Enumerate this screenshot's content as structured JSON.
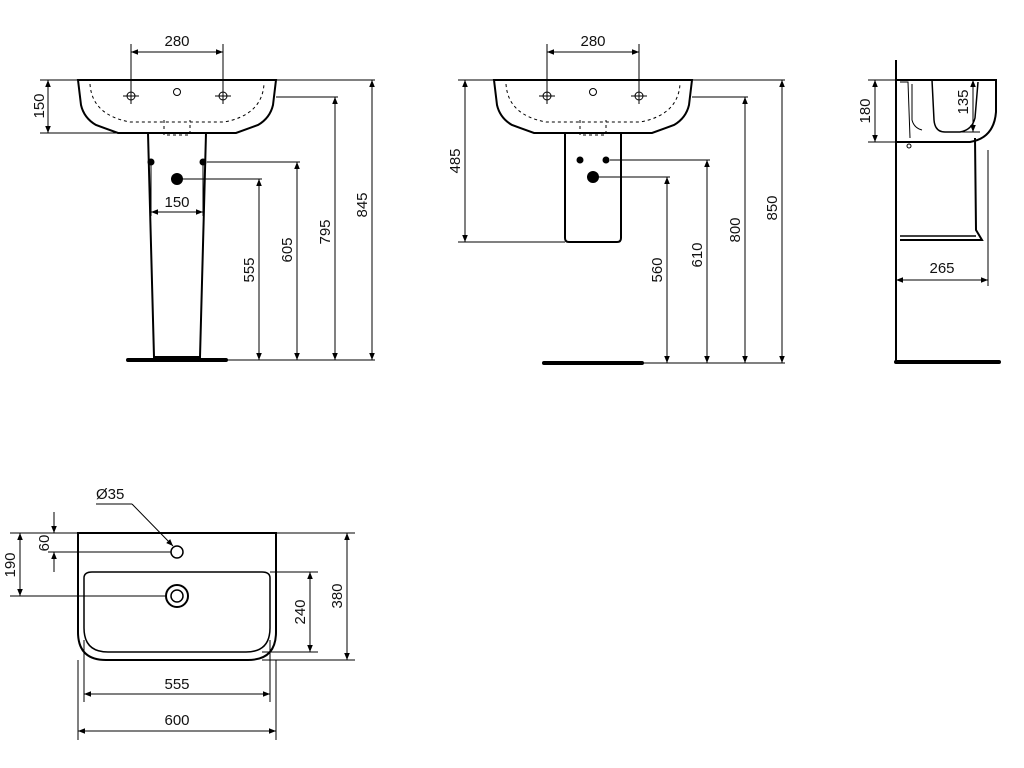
{
  "pedestal_front": {
    "tap_spacing": "280",
    "basin_height": "150",
    "pipe_spacing": "150",
    "waste_height": "555",
    "supply_height": "605",
    "rim_height": "795",
    "total_height": "845"
  },
  "semi_pedestal_front": {
    "tap_spacing": "280",
    "semi_pedestal_drop": "485",
    "waste_height": "560",
    "supply_height": "610",
    "rim_height": "800",
    "total_height": "850"
  },
  "side_view": {
    "basin_height": "180",
    "bowl_depth": "135",
    "wall_offset": "265"
  },
  "plan_view": {
    "tap_hole": "Ø35",
    "tap_hole_offset": "60",
    "waste_offset": "190",
    "bowl_depth": "240",
    "overall_depth": "380",
    "bowl_width": "555",
    "overall_width": "600"
  }
}
